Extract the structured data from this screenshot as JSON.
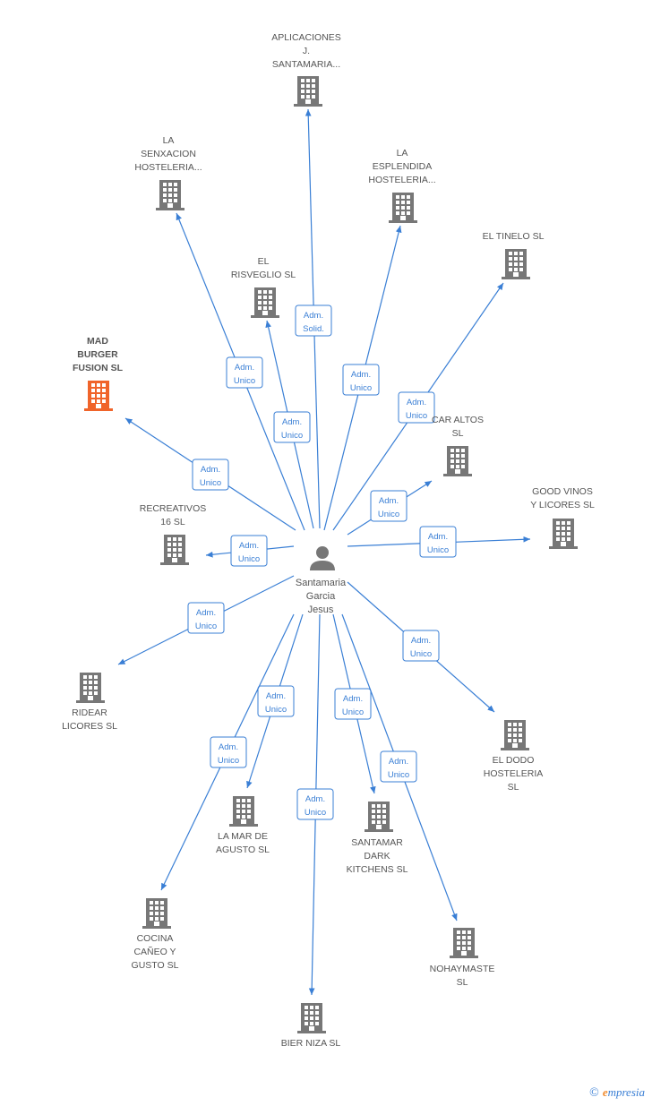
{
  "person": {
    "name_lines": [
      "Santamaria",
      "Garcia",
      "Jesus"
    ]
  },
  "colors": {
    "edge": "#3a7fd5",
    "building": "#777777",
    "highlight": "#f0642a"
  },
  "companies": [
    {
      "id": "aplicaciones",
      "lines": [
        "APLICACIONES",
        "J.",
        "SANTAMARIA..."
      ],
      "role": [
        "Adm.",
        "Solid."
      ],
      "highlight": false
    },
    {
      "id": "la-senxacion",
      "lines": [
        "LA",
        "SENXACION",
        "HOSTELERIA..."
      ],
      "role": [
        "Adm.",
        "Unico"
      ],
      "highlight": false
    },
    {
      "id": "la-esplendida",
      "lines": [
        "LA",
        "ESPLENDIDA",
        "HOSTELERIA..."
      ],
      "role": [
        "Adm.",
        "Unico"
      ],
      "highlight": false
    },
    {
      "id": "el-tinelo",
      "lines": [
        "EL TINELO  SL"
      ],
      "role": [
        "Adm.",
        "Unico"
      ],
      "highlight": false
    },
    {
      "id": "el-risveglio",
      "lines": [
        "EL",
        "RISVEGLIO  SL"
      ],
      "role": [
        "Adm.",
        "Unico"
      ],
      "highlight": false
    },
    {
      "id": "mad-burger",
      "lines": [
        "MAD",
        "BURGER",
        "FUSION  SL"
      ],
      "role": [
        "Adm.",
        "Unico"
      ],
      "highlight": true
    },
    {
      "id": "car-altos",
      "lines": [
        "CAR ALTOS",
        "SL"
      ],
      "role": [
        "Adm.",
        "Unico"
      ],
      "highlight": false
    },
    {
      "id": "good-vinos",
      "lines": [
        "GOOD VINOS",
        "Y LICORES  SL"
      ],
      "role": [
        "Adm.",
        "Unico"
      ],
      "highlight": false
    },
    {
      "id": "recreativos",
      "lines": [
        "RECREATIVOS",
        "16  SL"
      ],
      "role": [
        "Adm.",
        "Unico"
      ],
      "highlight": false
    },
    {
      "id": "ridear",
      "lines": [
        "RIDEAR",
        "LICORES  SL"
      ],
      "role": [
        "Adm.",
        "Unico"
      ],
      "highlight": false
    },
    {
      "id": "el-dodo",
      "lines": [
        "EL DODO",
        "HOSTELERIA",
        "SL"
      ],
      "role": [
        "Adm.",
        "Unico"
      ],
      "highlight": false
    },
    {
      "id": "la-mar",
      "lines": [
        "LA MAR DE",
        "AGUSTO  SL"
      ],
      "role": [
        "Adm.",
        "Unico"
      ],
      "highlight": false
    },
    {
      "id": "santamar",
      "lines": [
        "SANTAMAR",
        "DARK",
        "KITCHENS  SL"
      ],
      "role": [
        "Adm.",
        "Unico"
      ],
      "highlight": false
    },
    {
      "id": "cocina",
      "lines": [
        "COCINA",
        "CAÑEO Y",
        "GUSTO  SL"
      ],
      "role": [
        "Adm.",
        "Unico"
      ],
      "highlight": false
    },
    {
      "id": "nohaymaste",
      "lines": [
        "NOHAYMASTE",
        "SL"
      ],
      "role": [
        "Adm.",
        "Unico"
      ],
      "highlight": false
    },
    {
      "id": "bier-niza",
      "lines": [
        "BIER NIZA  SL"
      ],
      "role": [
        "Adm.",
        "Unico"
      ],
      "highlight": false
    }
  ],
  "watermark": {
    "copyright": "©",
    "brand_initial": "e",
    "brand_rest": "mpresia"
  }
}
